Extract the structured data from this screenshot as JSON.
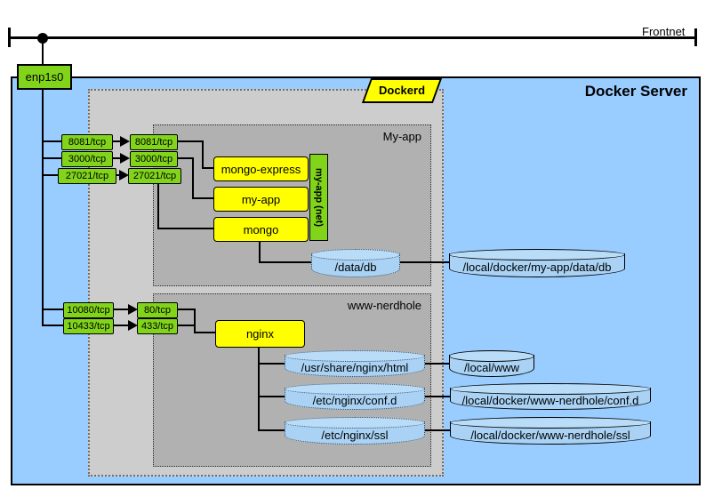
{
  "frontnet": {
    "label": "Frontnet"
  },
  "iface": {
    "label": "enp1s0"
  },
  "server": {
    "title": "Docker Server",
    "daemon": "Dockerd"
  },
  "colors": {
    "server_bg": "#99ccff",
    "daemon_bg": "#cdcdcd",
    "group_bg": "#b1b1b1",
    "port_green": "#81d41a",
    "container_yellow": "#ffff00",
    "volume_blue": "#a9d2f4"
  },
  "myapp": {
    "label": "My-app",
    "net_label": "my-app (net)",
    "containers": [
      "mongo-express",
      "my-app",
      "mongo"
    ],
    "ports": [
      {
        "host": "8081/tcp",
        "container": "8081/tcp"
      },
      {
        "host": "3000/tcp",
        "container": "3000/tcp"
      },
      {
        "host": "27021/tcp",
        "container": "27021/tcp"
      }
    ],
    "volume": {
      "container_path": "/data/db",
      "host_path": "/local/docker/my-app/data/db"
    }
  },
  "www": {
    "label": "www-nerdhole",
    "container": "nginx",
    "ports": [
      {
        "host": "10080/tcp",
        "container": "80/tcp"
      },
      {
        "host": "10433/tcp",
        "container": "433/tcp"
      }
    ],
    "volumes": [
      {
        "container_path": "/usr/share/nginx/html",
        "host_path": "/local/www"
      },
      {
        "container_path": "/etc/nginx/conf.d",
        "host_path": "/local/docker/www-nerdhole/conf.d"
      },
      {
        "container_path": "/etc/nginx/ssl",
        "host_path": "/local/docker/www-nerdhole/ssl"
      }
    ]
  }
}
